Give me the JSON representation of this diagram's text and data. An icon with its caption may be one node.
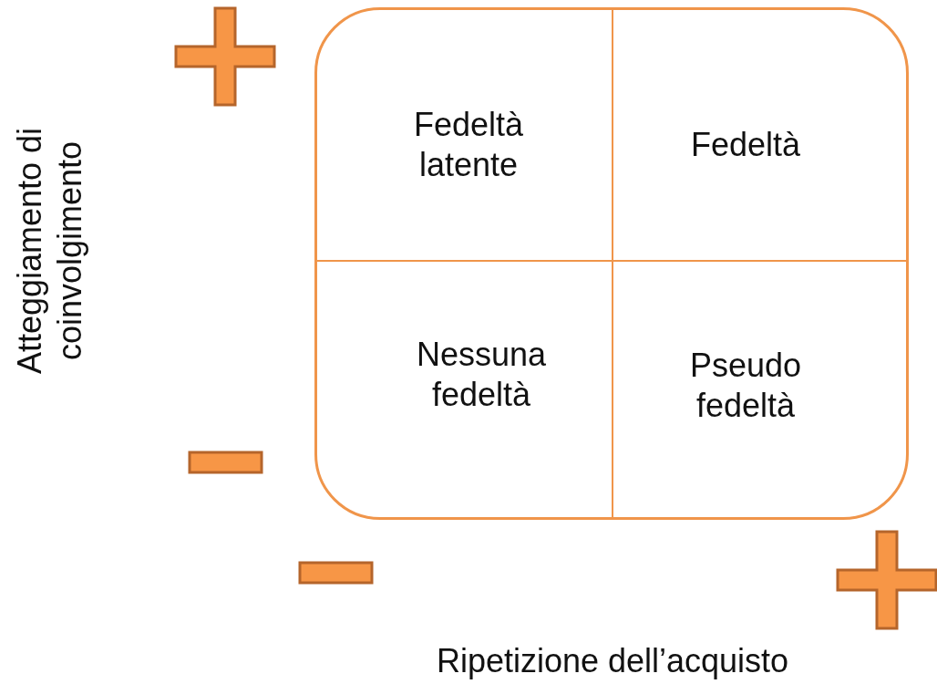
{
  "diagram": {
    "nodes": [
      {
        "text": [],
        "shape": "box"
      },
      {
        "text": [
          "Fedeltà latente"
        ],
        "in": 0
      },
      {
        "text": [
          "Fedeltà"
        ],
        "in": 0
      },
      {
        "text": [
          "Nessuna fedeltà"
        ],
        "in": 0
      },
      {
        "text": [
          "Pseudo fedeltà"
        ],
        "in": 0
      }
    ],
    "edges": [],
    "labels": [
      "Atteggiamento di coinvolgimento",
      "Ripetizione dell’acquisto"
    ]
  }
}
